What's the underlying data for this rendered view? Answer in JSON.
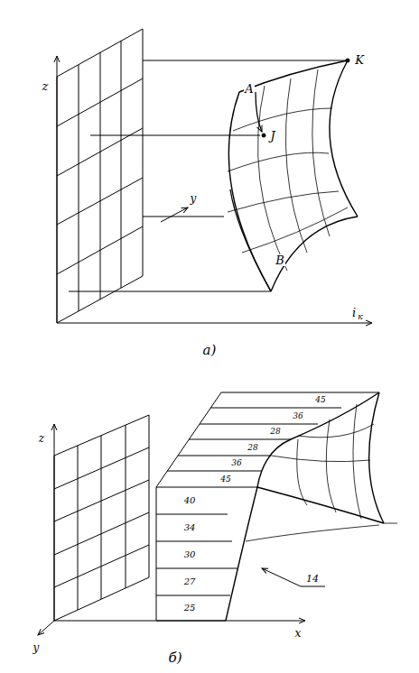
{
  "diagram": {
    "labels": [
      "z",
      "y",
      "i",
      "к",
      "K",
      "A",
      "J",
      "B",
      "а)",
      "z",
      "y",
      "x",
      "45",
      "36",
      "28",
      "28",
      "36",
      "45",
      "40",
      "34",
      "30",
      "27",
      "25",
      "14",
      "б)"
    ]
  }
}
